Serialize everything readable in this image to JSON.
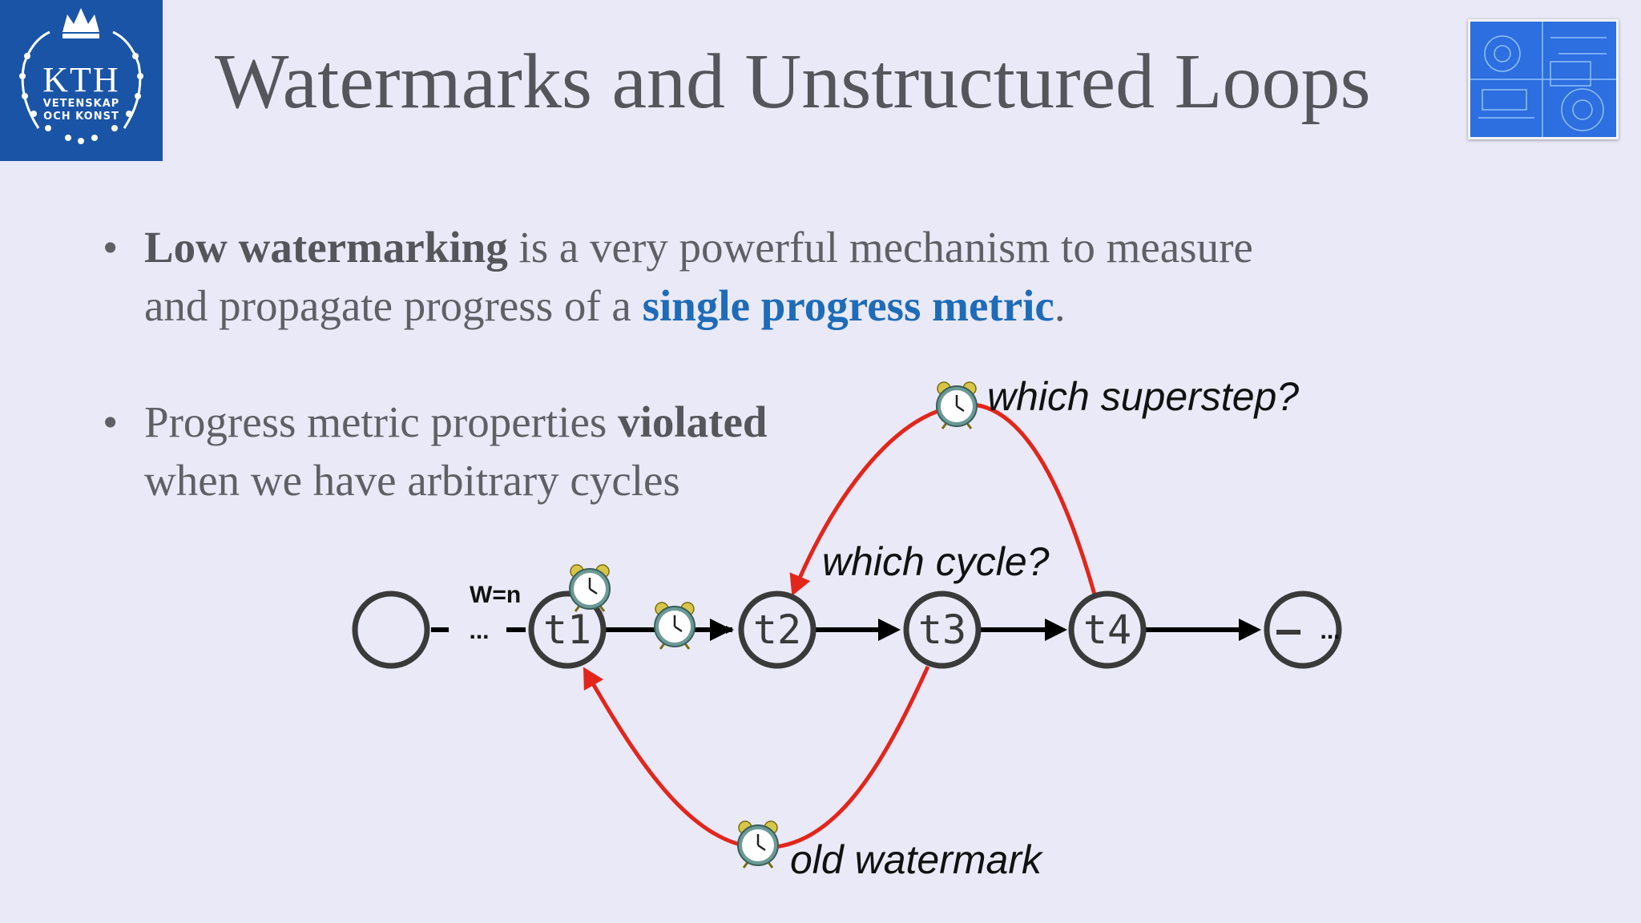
{
  "slide": {
    "title": "Watermarks and Unstructured Loops",
    "logo": {
      "name": "KTH",
      "line1": "VETENSKAP",
      "line2": "OCH KONST"
    },
    "colors": {
      "background": "#e9e9f7",
      "logo": "#1a54a6",
      "highlight": "#1e6bb8",
      "edge": "#e2261b"
    }
  },
  "bullets": [
    {
      "marker": "•",
      "bold": "Low watermarking",
      "text1": " is a very powerful mechanism to measure",
      "text2": "and propagate progress of a ",
      "highlight": "single progress metric",
      "end": "."
    },
    {
      "marker": "•",
      "text1": "Progress metric properties ",
      "bold": "violated",
      "text2": "when we have arbitrary cycles"
    }
  ],
  "diagram": {
    "nodes": [
      "",
      "t1",
      "t2",
      "t3",
      "t4",
      "–"
    ],
    "ellipsis_left": "...",
    "ellipsis_right": "...",
    "watermark_label": "W=n",
    "annotations": {
      "top": "which superstep?",
      "middle": "which cycle?",
      "bottom": "old watermark"
    },
    "icons": [
      "alarm-clock-icon"
    ]
  }
}
